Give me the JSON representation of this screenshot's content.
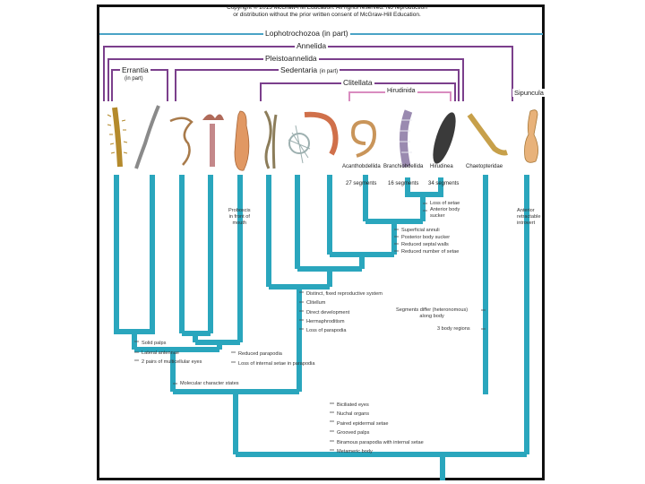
{
  "copyright": {
    "line1": "Copyright © 2013 McGraw-Hill Education. All rights reserved. No reproduction",
    "line2": "or distribution without the prior written consent of McGraw-Hill Education."
  },
  "groups": {
    "lophotrochozoa": "Lophotrochozoa (in part)",
    "annelida": "Annelida",
    "pleistoannelida": "Pleistoannelida",
    "errantia": "Errantia",
    "errantia_note": "(in part)",
    "sedentaria": "Sedentaria",
    "sedentaria_note": "(in part)",
    "clitellata": "Clitellata",
    "hirudinida": "Hirudinida",
    "sipuncula": "Sipuncula"
  },
  "taxa": {
    "acanthobdellida": "Acanthobdellida",
    "branchiobdellida": "Branchiobdellida",
    "hirudinea": "Hirudinea",
    "chaetopteridae": "Chaetopteridae"
  },
  "segments": {
    "a": "27 segments",
    "b": "16 segments",
    "c": "34 segments"
  },
  "notes": {
    "proboscis": [
      "Proboscis",
      "in front of",
      "mouth"
    ],
    "anterior_introvert": [
      "Anterior",
      "retractable",
      "introvert"
    ],
    "segments_differ": [
      "Segments differ (heteronomous)",
      "along body"
    ],
    "three_regions": "3 body regions"
  },
  "characters": {
    "hirudinea": [
      "Loss of setae",
      "Anterior body",
      "sucker"
    ],
    "hirudinida": [
      "Superficial annuli",
      "Posterior body sucker",
      "Reduced septal walls",
      "Reduced number of setae"
    ],
    "clitellata": [
      "Distinct, fixed reproductive system",
      "Clitellum",
      "Direct development",
      "Hermaphroditism",
      "Loss of parapodia"
    ],
    "errantia": [
      "Solid palps",
      "Lateral antennae",
      "2 pairs of multicellular eyes"
    ],
    "sedentaria": [
      "Reduced parapodia",
      "Loss of internal setae in parapodia"
    ],
    "pleistoannelida": [
      "Molecular character states"
    ],
    "annelida": [
      "Biciliated eyes",
      "Nuchal organs",
      "Paired epidermal setae",
      "Grooved palps",
      "Biramous parapodia with internal setae",
      "Metameric body"
    ]
  },
  "colors": {
    "tree": "#2aa6bd",
    "lophotrochozoa": "#4aa3c6",
    "annelida": "#7b3f8c",
    "hirudinida": "#d98cc0",
    "frame": "#111111"
  }
}
